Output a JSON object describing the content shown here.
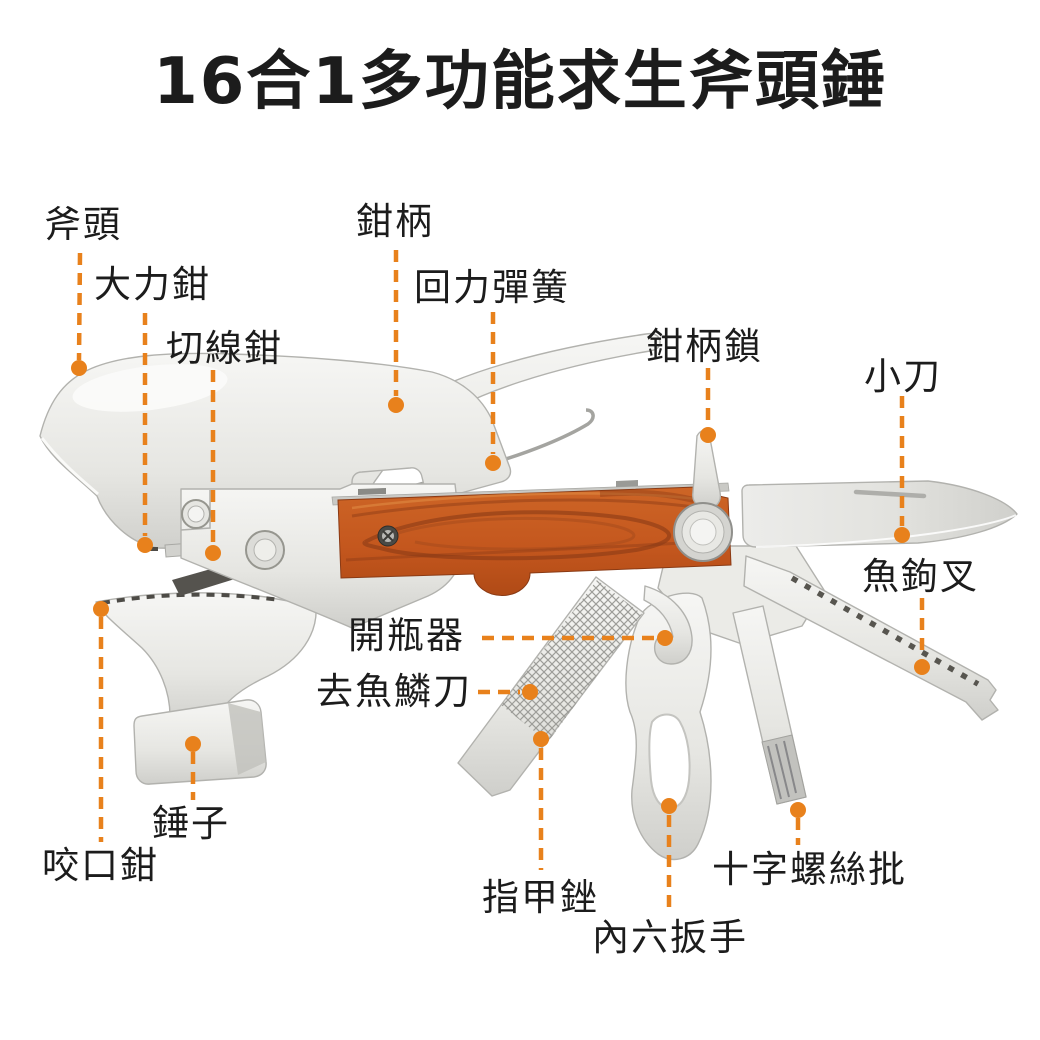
{
  "title": "16合1多功能求生斧頭錘",
  "colors": {
    "leader": "#e8811c",
    "text": "#1c1c1c",
    "bg": "#ffffff",
    "wood_light": "#cd6526",
    "wood_dark": "#b04a16",
    "metal_light": "#f4f4f2",
    "metal_dark": "#d2d2ce"
  },
  "labels": [
    {
      "id": "axe-head",
      "text": "斧頭"
    },
    {
      "id": "locking-pliers",
      "text": "大力鉗"
    },
    {
      "id": "wire-cutter",
      "text": "切線鉗"
    },
    {
      "id": "plier-handle",
      "text": "鉗柄"
    },
    {
      "id": "return-spring",
      "text": "回力彈簧"
    },
    {
      "id": "handle-lock",
      "text": "鉗柄鎖"
    },
    {
      "id": "knife",
      "text": "小刀"
    },
    {
      "id": "fish-hook-fork",
      "text": "魚鉤叉"
    },
    {
      "id": "bottle-opener",
      "text": "開瓶器"
    },
    {
      "id": "fish-scaler",
      "text": "去魚鱗刀"
    },
    {
      "id": "hammer",
      "text": "錘子"
    },
    {
      "id": "bite-pliers",
      "text": "咬口鉗"
    },
    {
      "id": "nail-file",
      "text": "指甲銼"
    },
    {
      "id": "hex-wrench",
      "text": "內六扳手"
    },
    {
      "id": "phillips-screwdriver",
      "text": "十字螺絲批"
    }
  ]
}
